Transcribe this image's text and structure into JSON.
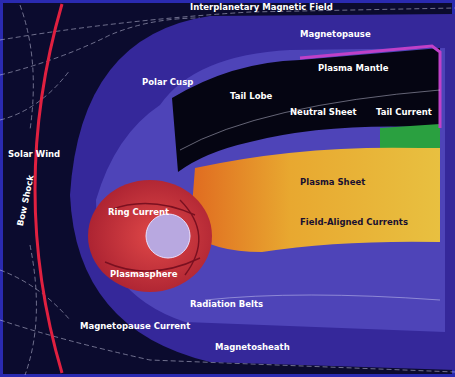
{
  "diagram": {
    "labels": [
      "Bow Shock",
      "Magnetosheath",
      "Magnetopause",
      "Solar Wind",
      "Plasma Mantle",
      "Tail Lobe",
      "Neutral Sheet",
      "Plasma Sheet",
      "Plasmasphere",
      "Ring Current",
      "Radiation Belts",
      "Polar Cusp",
      "Interplanetary Magnetic Field",
      "Field-Aligned Currents",
      "Magnetopause Current",
      "Tail Current"
    ]
  }
}
